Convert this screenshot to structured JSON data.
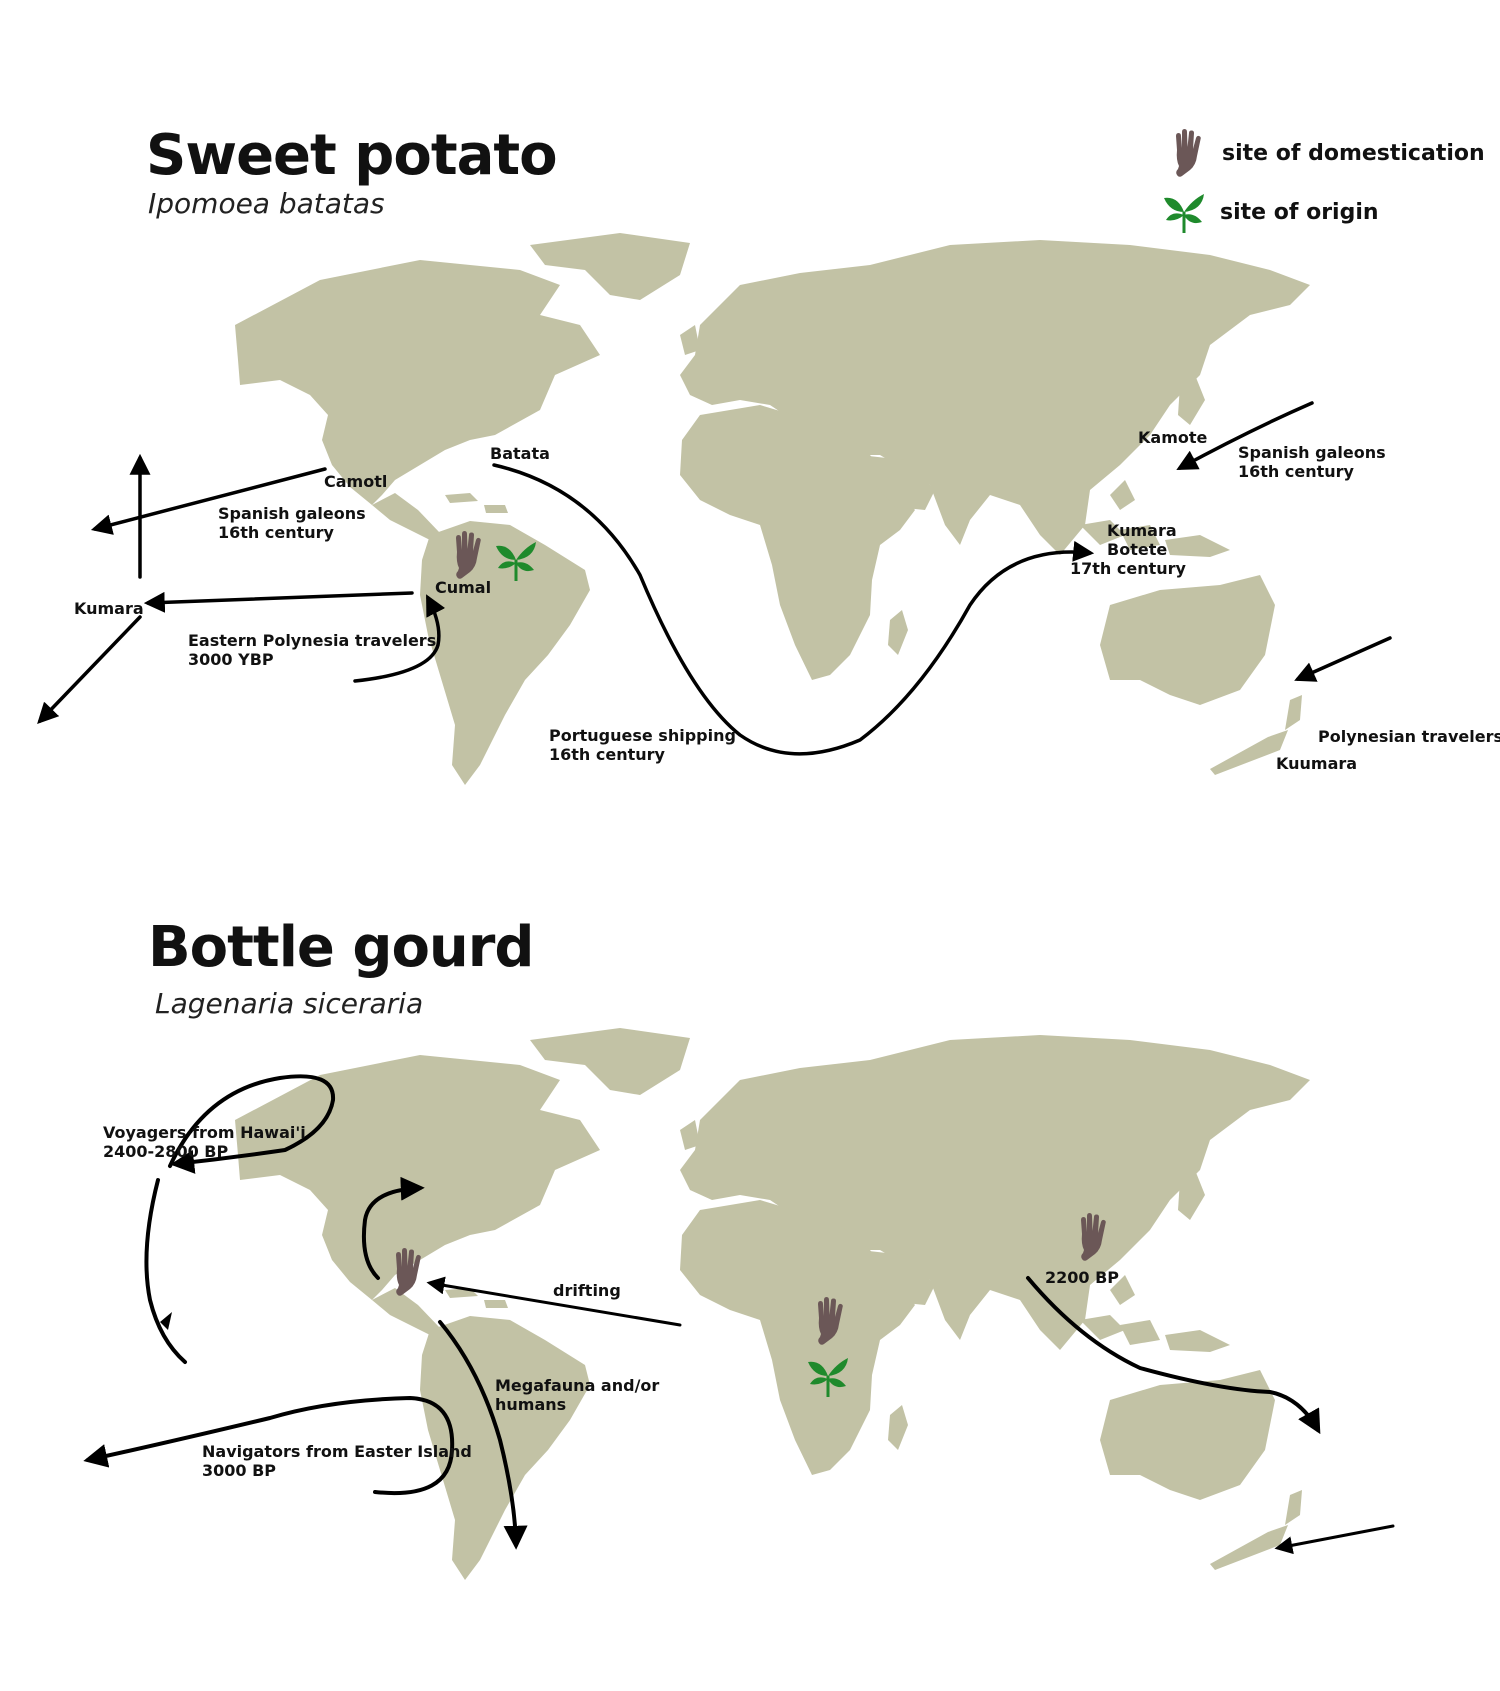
{
  "legend": {
    "domestication": "site of domestication",
    "origin": "site of origin"
  },
  "colors": {
    "land": "#c2c2a5",
    "hand": "#6b5757",
    "plant": "#1f8a2c",
    "route": "#000000"
  },
  "icons": [
    "hand-icon",
    "sprout-icon"
  ],
  "sweet_potato": {
    "title": "Sweet potato",
    "subtitle": "Ipomoea batatas",
    "labels": {
      "batata": "Batata",
      "camotl": "Camotl",
      "spanish_galeons_l1": "Spanish galeons",
      "spanish_galeons_l2": "16th century",
      "kumara_west": "Kumara",
      "cumal": "Cumal",
      "eastern_polynesia_l1": "Eastern Polynesia travelers",
      "eastern_polynesia_l2": "3000 YBP",
      "portuguese_l1": "Portuguese shipping",
      "portuguese_l2": "16th century",
      "kamote": "Kamote",
      "spanish_galeons_east_l1": "Spanish galeons",
      "spanish_galeons_east_l2": "16th century",
      "kumara_east": "Kumara",
      "botete": "Botete",
      "century17": "17th century",
      "polynesian_travelers": "Polynesian travelers",
      "kuumara": "Kuumara"
    }
  },
  "bottle_gourd": {
    "title": "Bottle gourd",
    "subtitle": "Lagenaria siceraria",
    "labels": {
      "hawaii_l1": "Voyagers from Hawai'i",
      "hawaii_l2": "2400-2800 BP",
      "drifting": "drifting",
      "megafauna_l1": "Megafauna and/or",
      "megafauna_l2": "humans",
      "easter_l1": "Navigators from Easter Island",
      "easter_l2": "3000 BP",
      "bp2200": "2200 BP"
    }
  }
}
